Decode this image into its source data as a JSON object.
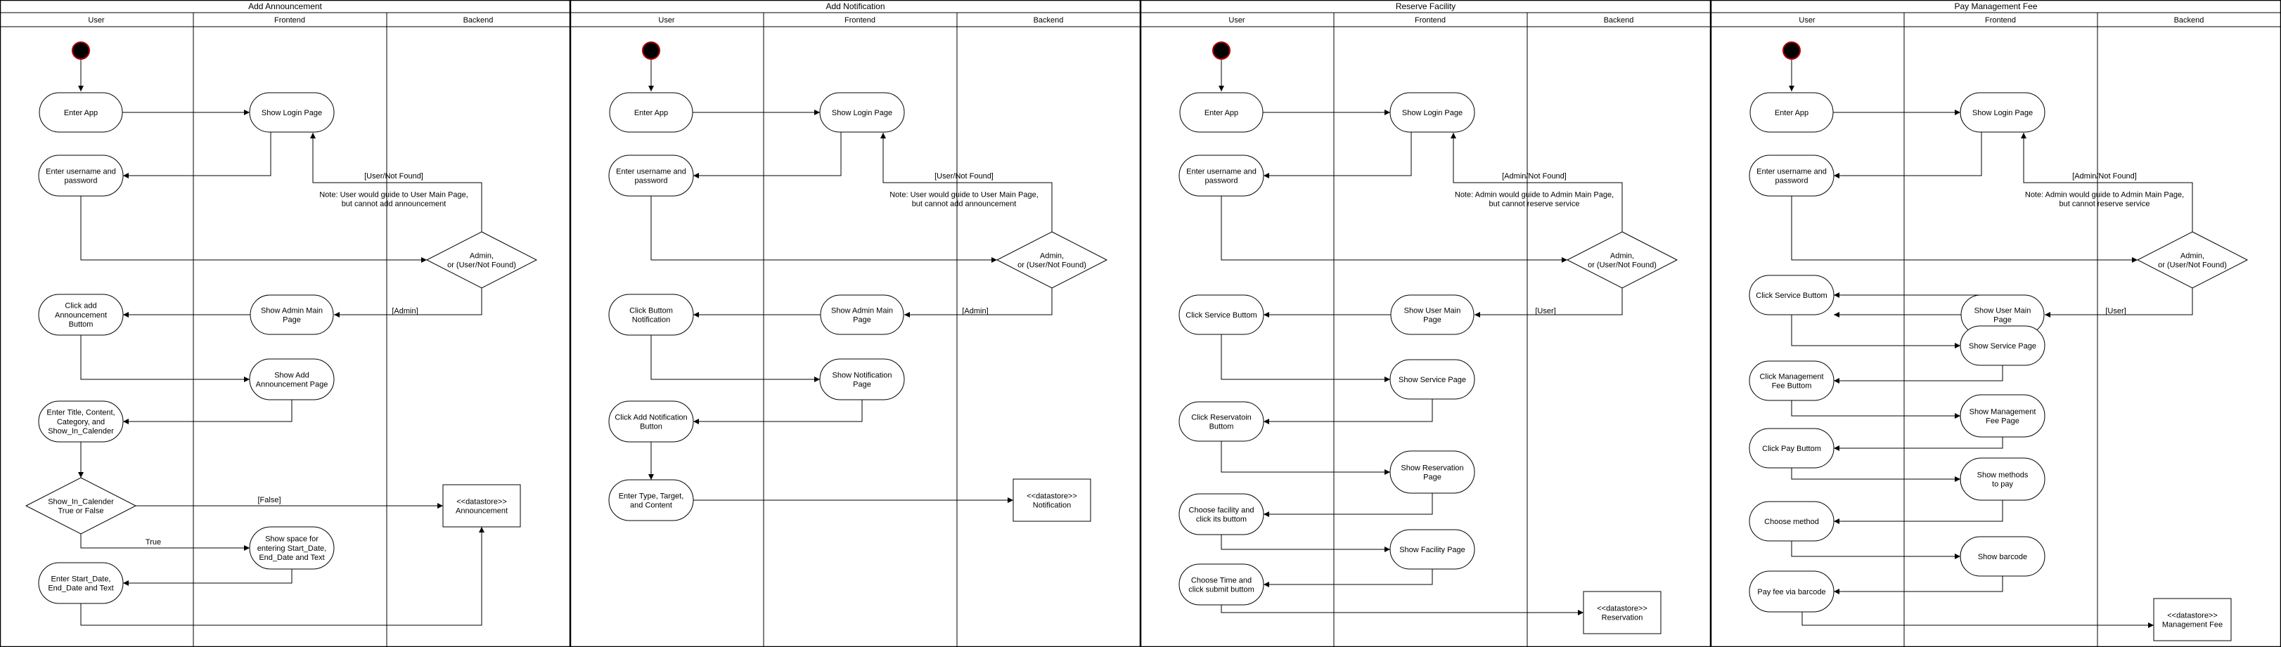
{
  "colors": {
    "line": "#000000",
    "background": "#ffffff",
    "start_node_fill": "#000000",
    "start_node_ring": "#b00000"
  },
  "lanes": [
    "User",
    "Frontend",
    "Backend"
  ],
  "diagrams": [
    {
      "title": "Add Announcement",
      "nodes": {
        "enter_app": "Enter App",
        "show_login": "Show Login Page",
        "enter_credentials": [
          "Enter username and",
          "password"
        ],
        "decision": [
          "Admin,",
          "or (User/Not Found)"
        ],
        "note": [
          "Note: User would guide to User Main Page,",
          "but cannot add announcement"
        ],
        "show_main": [
          "Show Admin Main",
          "Page"
        ],
        "click1": [
          "Click add",
          "Announcement",
          "Buttom"
        ],
        "show2": [
          "Show Add",
          "Announcement Page"
        ],
        "enter_form": [
          "Enter Title, Content,",
          "Category, and",
          "Show_In_Calender"
        ],
        "decision2": [
          "Show_In_Calender",
          "True or False"
        ],
        "show_space": [
          "Show space for",
          "entering Start_Date,",
          "End_Date and Text"
        ],
        "enter_dates": [
          "Enter Start_Date,",
          "End_Date and Text"
        ],
        "datastore": [
          "<<datastore>>",
          "Announcement"
        ]
      },
      "edge_labels": {
        "not_found": "[User/Not Found]",
        "role": "[Admin]",
        "false": "[False]",
        "true": "True"
      }
    },
    {
      "title": "Add Notification",
      "nodes": {
        "enter_app": "Enter App",
        "show_login": "Show Login Page",
        "enter_credentials": [
          "Enter username and",
          "password"
        ],
        "decision": [
          "Admin,",
          "or (User/Not Found)"
        ],
        "note": [
          "Note: User would guide to User Main Page,",
          "but cannot add announcement"
        ],
        "show_main": [
          "Show Admin Main",
          "Page"
        ],
        "click1": [
          "Click Buttom",
          "Notification"
        ],
        "show2": [
          "Show Notification",
          "Page"
        ],
        "click2": [
          "Click Add Notification",
          "Button"
        ],
        "enter_form": [
          "Enter Type, Target,",
          "and Content"
        ],
        "datastore": [
          "<<datastore>>",
          "Notification"
        ]
      },
      "edge_labels": {
        "not_found": "[User/Not Found]",
        "role": "[Admin]"
      }
    },
    {
      "title": "Reserve Facility",
      "nodes": {
        "enter_app": "Enter App",
        "show_login": "Show Login Page",
        "enter_credentials": [
          "Enter username and",
          "password"
        ],
        "decision": [
          "Admin,",
          "or (User/Not Found)"
        ],
        "note": [
          "Note: Admin would guide to Admin Main Page,",
          "but cannot reserve service"
        ],
        "show_main": [
          "Show User Main",
          "Page"
        ],
        "click1": [
          "Click Service Buttom"
        ],
        "show2": [
          "Show Service Page"
        ],
        "click2": [
          "Click Reservatoin",
          "Buttom"
        ],
        "show3": [
          "Show Reservation",
          "Page"
        ],
        "click3": [
          "Choose facility and",
          "click its buttom"
        ],
        "show4": [
          "Show Facility Page"
        ],
        "click4": [
          "Choose Time and",
          "click submit buttom"
        ],
        "datastore": [
          "<<datastore>>",
          "Reservation"
        ]
      },
      "edge_labels": {
        "not_found": "[Admin/Not Found]",
        "role": "[User]"
      }
    },
    {
      "title": "Pay Management Fee",
      "nodes": {
        "enter_app": "Enter App",
        "show_login": "Show Login Page",
        "enter_credentials": [
          "Enter username and",
          "password"
        ],
        "decision": [
          "Admin,",
          "or (User/Not Found)"
        ],
        "note": [
          "Note: Admin would guide to Admin Main Page,",
          "but cannot reserve service"
        ],
        "show_main": [
          "Show User Main",
          "Page"
        ],
        "click1": [
          "Click Service Buttom"
        ],
        "show2": [
          "Show Service Page"
        ],
        "click2": [
          "Click Management",
          "Fee Buttom"
        ],
        "show3": [
          "Show Management",
          "Fee Page"
        ],
        "click3": [
          "Click Pay Buttom"
        ],
        "show4": [
          "Show methods",
          "to pay"
        ],
        "click4": [
          "Choose method"
        ],
        "show5": [
          "Show barcode"
        ],
        "click5": [
          "Pay fee via barcode"
        ],
        "datastore": [
          "<<datastore>>",
          "Management Fee"
        ]
      },
      "edge_labels": {
        "not_found": "[Admin/Not Found]",
        "role": "[User]"
      }
    }
  ]
}
